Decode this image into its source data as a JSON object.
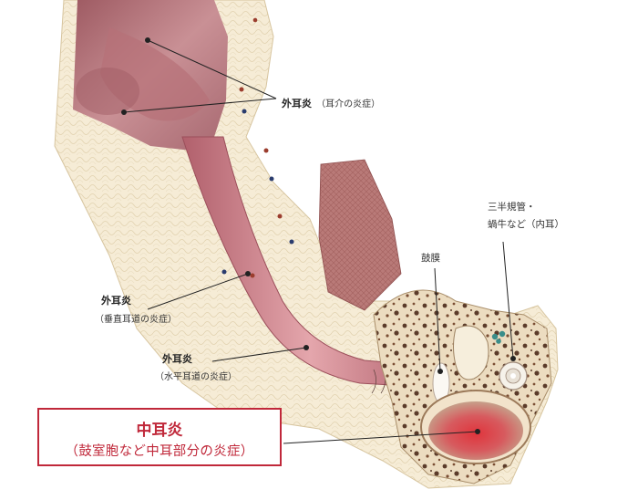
{
  "labels": {
    "outer_auricle": {
      "title": "外耳炎",
      "note": "（耳介の炎症）"
    },
    "outer_vertical": {
      "title": "外耳炎",
      "note": "（垂直耳道の炎症）"
    },
    "outer_horizontal": {
      "title": "外耳炎",
      "note": "（水平耳道の炎症）"
    },
    "eardrum": "鼓膜",
    "inner_ear": {
      "line1": "三半規管・",
      "line2": "蝸牛など（内耳）"
    },
    "middle_ear": {
      "title": "中耳炎",
      "note": "（鼓室胞など中耳部分の炎症）"
    }
  },
  "colors": {
    "accent": "#c0283a",
    "tissue": "#f6ecd6",
    "canal": "#c98088",
    "inflamed": "#e0343c"
  }
}
